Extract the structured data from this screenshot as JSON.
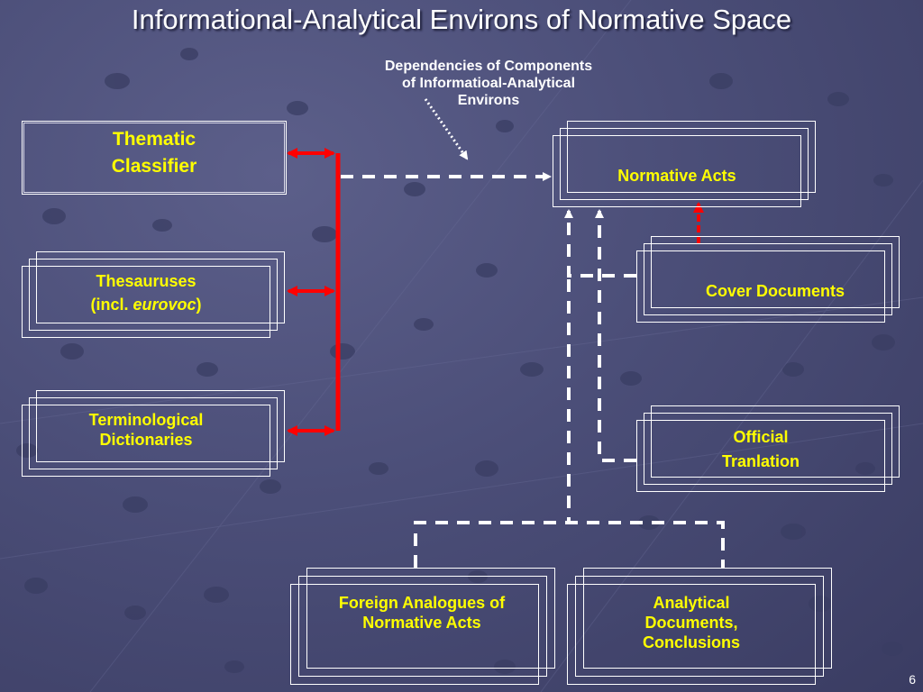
{
  "slide": {
    "title": "Informational-Analytical Environs of Normative Space",
    "page_number": "6"
  },
  "annotation": {
    "line1": "Dependencies of Components",
    "line2": "of Informatioal-Analytical",
    "line3": "Environs"
  },
  "boxes": {
    "thematic": {
      "line1": "Thematic",
      "line2": "Classifier"
    },
    "thesauruses": {
      "line1": "Thesauruses",
      "line2_prefix": "(incl. ",
      "line2_italic": "eurovoc",
      "line2_suffix": ")"
    },
    "terminological": {
      "line1": "Terminological",
      "line2": "Dictionaries"
    },
    "normative": {
      "line1": "Normative Acts"
    },
    "cover": {
      "line1": "Cover Documents"
    },
    "official": {
      "line1": "Official",
      "line2": "Tranlation"
    },
    "foreign": {
      "line1": "Foreign Analogues of",
      "line2": "Normative Acts"
    },
    "analytical": {
      "line1": "Analytical",
      "line2": "Documents,",
      "line3": "Conclusions"
    }
  },
  "colors": {
    "label": "#ffff00",
    "relation": "#ff0000",
    "dependency": "#ffffff"
  }
}
